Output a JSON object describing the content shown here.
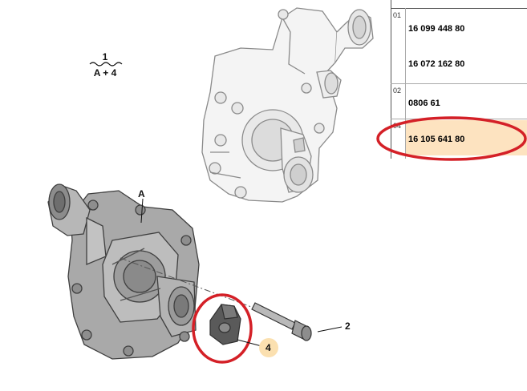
{
  "header": {
    "assembly_number": "1",
    "assembly_spec": "A + 4"
  },
  "callouts": {
    "a": "A",
    "two": "2",
    "four": "4"
  },
  "table": {
    "rows": [
      {
        "index": "01",
        "refs": [
          "16 099 448 80",
          "16 072 162 80"
        ]
      },
      {
        "index": "02",
        "refs": [
          "0806 61"
        ]
      },
      {
        "index": "04",
        "refs": [
          "16 105 641 80"
        ]
      }
    ]
  },
  "colors": {
    "highlight_ring": "#d42027",
    "badge_fill": "#fbe0b0",
    "row_highlight": "#fde3c0"
  }
}
